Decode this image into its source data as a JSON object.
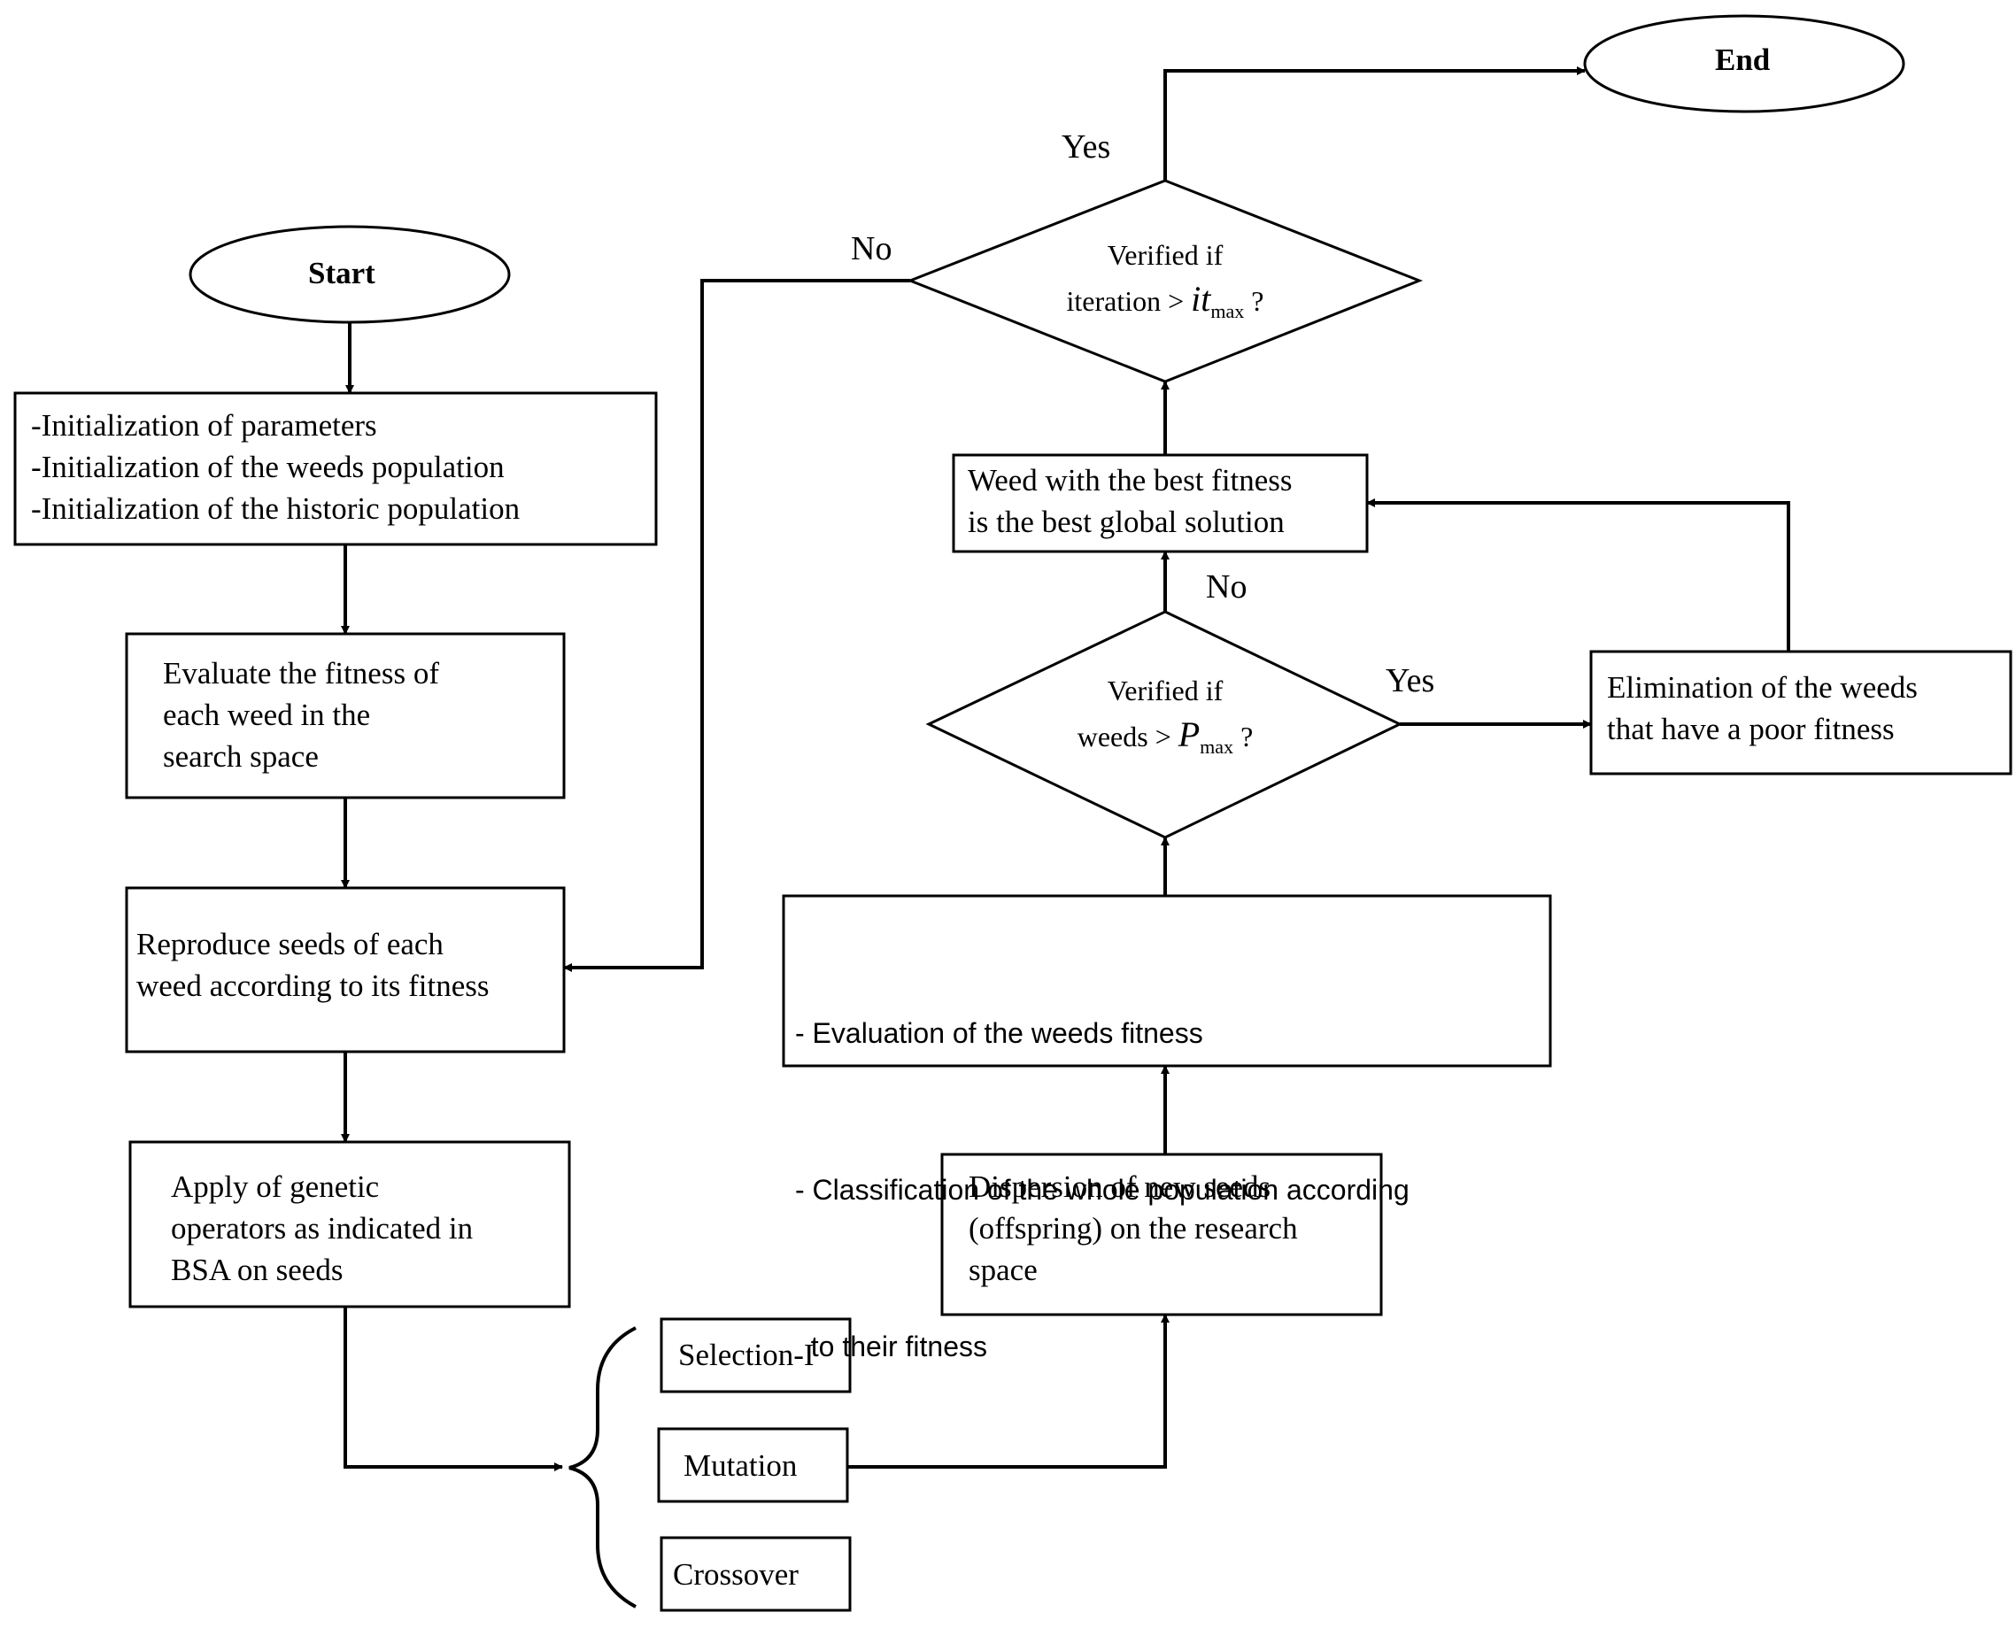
{
  "start": "Start",
  "end": "End",
  "init_box": {
    "lines": [
      "-Initialization of parameters",
      "-Initialization of the weeds population",
      "-Initialization of the historic population"
    ]
  },
  "evaluate_box": {
    "lines": [
      "Evaluate the fitness of",
      "each weed in the",
      "search space"
    ]
  },
  "reproduce_box": {
    "lines": [
      "Reproduce seeds of each",
      "weed according to its fitness"
    ]
  },
  "genetic_box": {
    "lines": [
      "Apply of genetic",
      "operators as indicated in",
      "BSA on seeds"
    ]
  },
  "operators": [
    "Selection-I",
    "Mutation",
    "Crossover"
  ],
  "dispersion_box": {
    "lines": [
      "Dispersion of new seeds",
      "(offspring) on the research",
      "space"
    ]
  },
  "classification_box": {
    "lines": [
      "- Evaluation of the weeds fitness",
      "- Classification of the whole population according",
      "  to their fitness"
    ]
  },
  "decision_weeds": {
    "line1": "Verified if",
    "prefix": "weeds >",
    "var": "P",
    "sub": "max",
    "suffix": "?"
  },
  "elimination_box": {
    "lines": [
      "Elimination of the weeds",
      "that have a poor fitness"
    ]
  },
  "best_box": {
    "lines": [
      "Weed with the best fitness",
      "is the best global solution"
    ]
  },
  "decision_iter": {
    "line1": "Verified if",
    "prefix": "iteration >",
    "var": "it",
    "sub": "max",
    "suffix": "?"
  },
  "labels": {
    "yes_top": "Yes",
    "no_top": "No",
    "yes_right": "Yes",
    "no_mid": "No"
  }
}
